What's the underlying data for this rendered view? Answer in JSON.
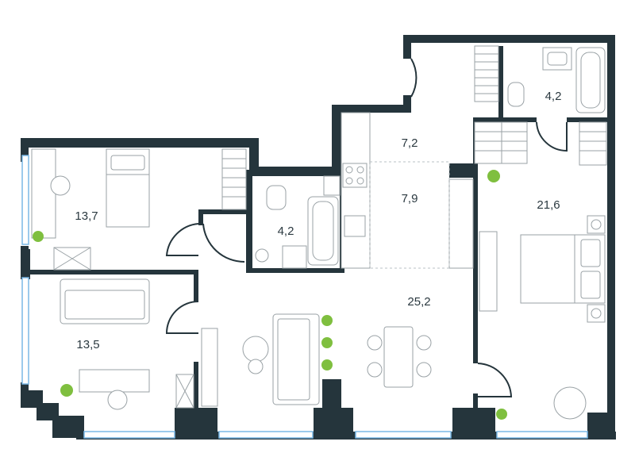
{
  "rooms": [
    {
      "id": "hall",
      "area": "7,2"
    },
    {
      "id": "bath-top",
      "area": "4,2"
    },
    {
      "id": "bedroom-left",
      "area": "13,7"
    },
    {
      "id": "kitchen",
      "area": "7,9"
    },
    {
      "id": "bath-mid",
      "area": "4,2"
    },
    {
      "id": "bedroom-right",
      "area": "21,6"
    },
    {
      "id": "living",
      "area": "25,2"
    },
    {
      "id": "bedroom-bottom",
      "area": "13,5"
    }
  ],
  "colors": {
    "wall": "#25353c",
    "window": "#7ab8e6",
    "plant": "#7fbf3f",
    "furniture": "#9aa2a6"
  }
}
